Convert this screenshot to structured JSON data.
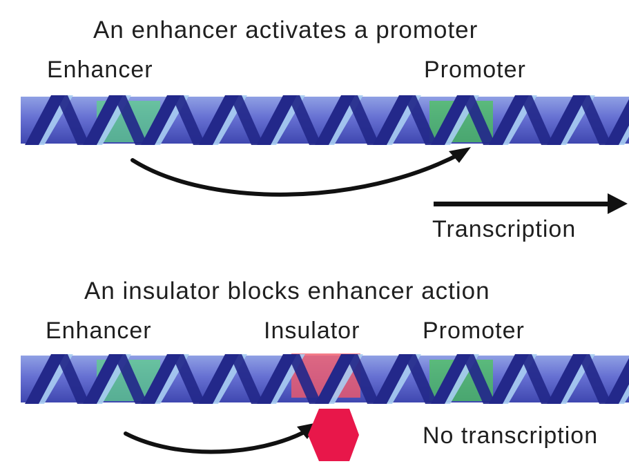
{
  "panel_top": {
    "title": "An enhancer activates a promoter",
    "enhancer_label": "Enhancer",
    "promoter_label": "Promoter",
    "transcription_label": "Transcription"
  },
  "panel_bottom": {
    "title": "An insulator blocks enhancer action",
    "enhancer_label": "Enhancer",
    "insulator_label": "Insulator",
    "promoter_label": "Promoter",
    "no_transcription_label": "No transcription"
  },
  "colors": {
    "dna_band": "#5b63c9",
    "strand_dark": "#23288a",
    "strand_light": "#a9cdf2",
    "enhancer_region": "#5fd08a",
    "promoter_region": "#4cc55a",
    "insulator_region": "#f05a6a",
    "insulator_protein": "#e8174a",
    "arrow": "#111111"
  }
}
